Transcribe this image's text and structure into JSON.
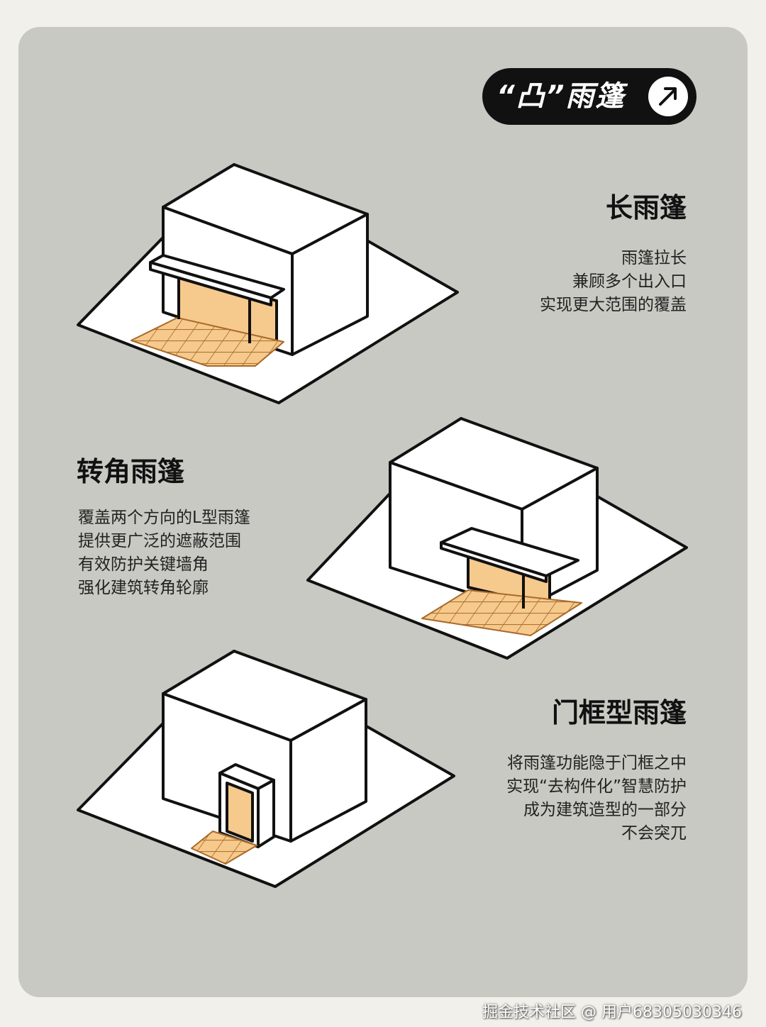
{
  "header": {
    "title": "“凸”雨篷",
    "arrow_icon": "arrow-up-right-icon"
  },
  "sections": [
    {
      "heading": "长雨篷",
      "lines": [
        "雨篷拉长",
        "兼顾多个出入口",
        "实现更大范围的覆盖"
      ]
    },
    {
      "heading": "转角雨篷",
      "lines": [
        "覆盖两个方向的L型雨篷",
        "提供更广泛的遮蔽范围",
        "有效防护关键墙角",
        "强化建筑转角轮廓"
      ]
    },
    {
      "heading": "门框型雨篷",
      "lines": [
        "将雨篷功能隐于门框之中",
        "实现“去构件化”智慧防护",
        "成为建筑造型的一部分",
        "不会突兀"
      ]
    }
  ],
  "watermark": "掘金技术社区 @ 用户68305030346",
  "colors": {
    "card_bg": "#c9c9c3",
    "page_bg": "#f2f0ea",
    "accent_orange": "#f6c98c",
    "tile_line": "#a86a2a",
    "outline": "#111111"
  }
}
